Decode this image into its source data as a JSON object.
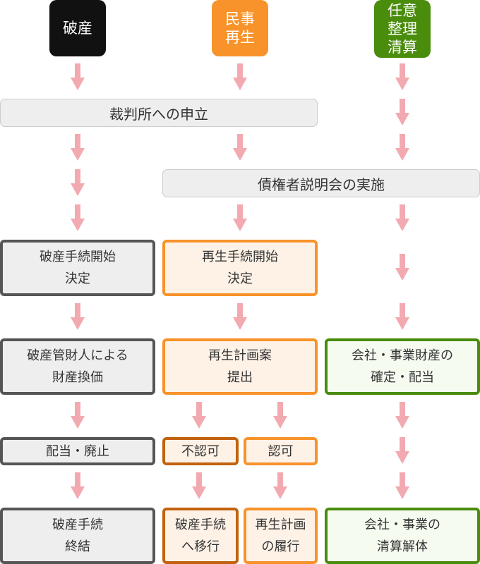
{
  "colors": {
    "bankruptcy": "#111111",
    "civil_rehabilitation": "#f7932a",
    "voluntary_liquidation": "#4a8c0c",
    "arrow": "#f2aab0",
    "rejected": "#c2620f"
  },
  "headers": {
    "bankruptcy": "破産",
    "civil_rehabilitation": "民事再生",
    "voluntary_liquidation": "任意整理清算"
  },
  "steps": {
    "court_petition": "裁判所への申立",
    "creditors_meeting": "債権者説明会の実施",
    "bankruptcy_start": "破産手続開始\n決定",
    "rehab_start": "再生手続開始\n決定",
    "trustee_liquidation": "破産管財人による\n財産換価",
    "rehab_plan": "再生計画案\n提出",
    "asset_confirm": "会社・事業財産の\n確定・配当",
    "distribution_abolition": "配当・廃止",
    "not_approved": "不認可",
    "approved": "認可",
    "bankruptcy_end": "破産手続\n終結",
    "to_bankruptcy": "破産手続\nへ移行",
    "plan_execution": "再生計画\nの履行",
    "liquidation_dissolution": "会社・事業の\n清算解体"
  },
  "arrow_icon": "down-arrow-icon"
}
